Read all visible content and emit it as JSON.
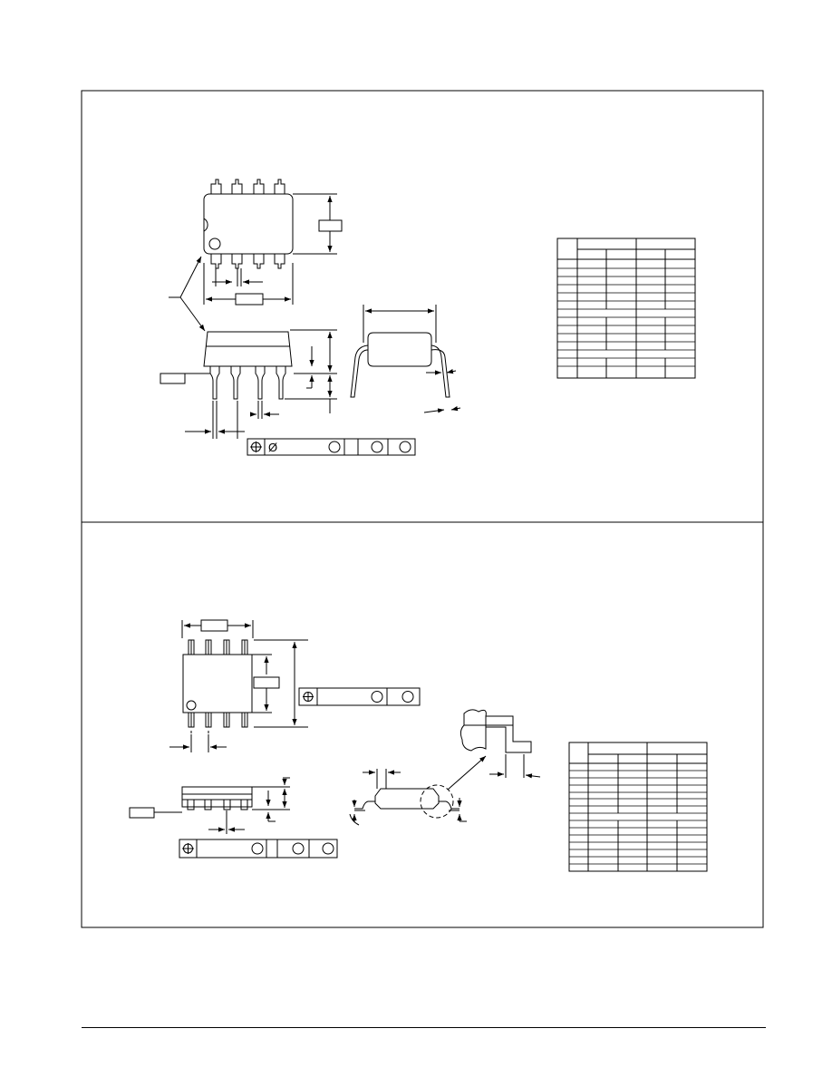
{
  "page": {
    "width": 918,
    "height": 1188
  },
  "colors": {
    "ink": "#000000",
    "paper": "#ffffff"
  },
  "symbols": {
    "position_tolerance": "⌖",
    "diameter": "Ø",
    "material_condition": "○"
  },
  "panels": [
    {
      "id": "dip",
      "figures": [
        "top-view",
        "front-view",
        "end-view",
        "feature-control-frame",
        "dimension-table"
      ],
      "table": {
        "rows": 17,
        "cols": 5,
        "header_rows": 2,
        "merged_rows": [
          5,
          9,
          12
        ]
      }
    },
    {
      "id": "soic",
      "figures": [
        "top-view",
        "feature-control-frame-right",
        "front-view",
        "feature-control-frame-bottom",
        "side-view",
        "lead-detail",
        "dimension-table"
      ],
      "table": {
        "rows": 16,
        "cols": 5,
        "header_rows": 2,
        "merged_rows": [
          7
        ]
      }
    }
  ]
}
